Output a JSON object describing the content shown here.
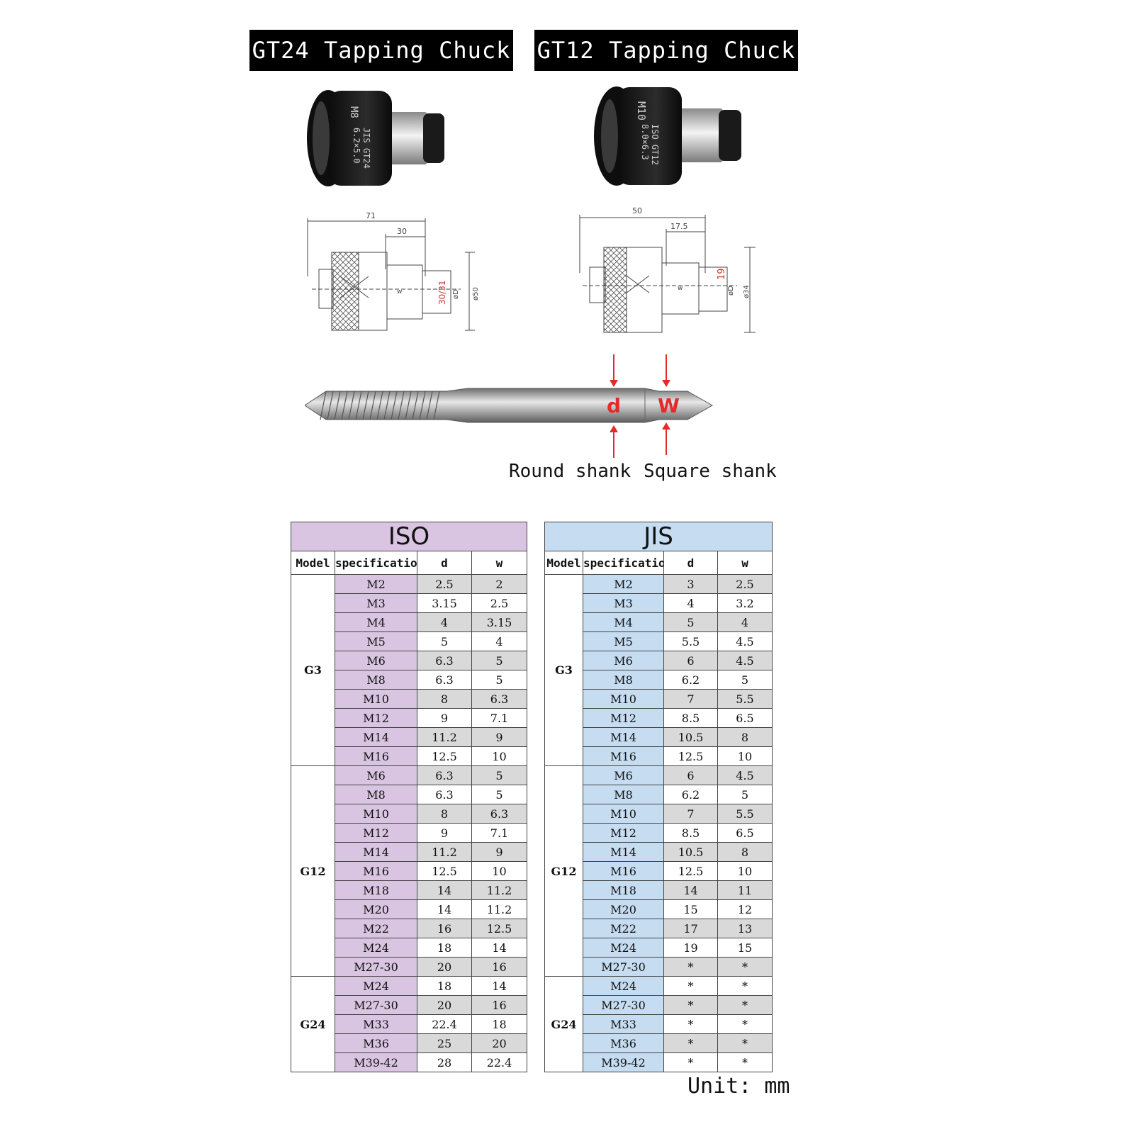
{
  "banners": {
    "gt24": "GT24 Tapping Chuck",
    "gt12": "GT12 Tapping Chuck"
  },
  "chuck_markings": {
    "gt24": [
      "M8",
      "JIS GT24",
      "6.2×5.0"
    ],
    "gt12": [
      "M10",
      "ISO GT12",
      "8.0×6.3"
    ]
  },
  "drawings": {
    "gt24": {
      "len_total": "71",
      "len_front": "30",
      "dia_red": "30/31",
      "dia_d": "øD",
      "dia_body": "ø50",
      "w": "w"
    },
    "gt12": {
      "len_total": "50",
      "len_front": "17.5",
      "dia_red": "19",
      "dia_d": "øD",
      "dia_body": "ø34",
      "w": "w"
    }
  },
  "tap": {
    "d_label": "d",
    "w_label": "W"
  },
  "shank_labels": {
    "round": "Round shank",
    "square": "Square shank"
  },
  "tables": {
    "iso": {
      "title": "ISO",
      "headers": [
        "Model",
        "specification",
        "d",
        "w"
      ],
      "groups": [
        {
          "model": "G3",
          "rows": [
            [
              "M2",
              "2.5",
              "2"
            ],
            [
              "M3",
              "3.15",
              "2.5"
            ],
            [
              "M4",
              "4",
              "3.15"
            ],
            [
              "M5",
              "5",
              "4"
            ],
            [
              "M6",
              "6.3",
              "5"
            ],
            [
              "M8",
              "6.3",
              "5"
            ],
            [
              "M10",
              "8",
              "6.3"
            ],
            [
              "M12",
              "9",
              "7.1"
            ],
            [
              "M14",
              "11.2",
              "9"
            ],
            [
              "M16",
              "12.5",
              "10"
            ]
          ]
        },
        {
          "model": "G12",
          "rows": [
            [
              "M6",
              "6.3",
              "5"
            ],
            [
              "M8",
              "6.3",
              "5"
            ],
            [
              "M10",
              "8",
              "6.3"
            ],
            [
              "M12",
              "9",
              "7.1"
            ],
            [
              "M14",
              "11.2",
              "9"
            ],
            [
              "M16",
              "12.5",
              "10"
            ],
            [
              "M18",
              "14",
              "11.2"
            ],
            [
              "M20",
              "14",
              "11.2"
            ],
            [
              "M22",
              "16",
              "12.5"
            ],
            [
              "M24",
              "18",
              "14"
            ],
            [
              "M27-30",
              "20",
              "16"
            ]
          ]
        },
        {
          "model": "G24",
          "rows": [
            [
              "M24",
              "18",
              "14"
            ],
            [
              "M27-30",
              "20",
              "16"
            ],
            [
              "M33",
              "22.4",
              "18"
            ],
            [
              "M36",
              "25",
              "20"
            ],
            [
              "M39-42",
              "28",
              "22.4"
            ]
          ]
        }
      ]
    },
    "jis": {
      "title": "JIS",
      "headers": [
        "Model",
        "specification",
        "d",
        "w"
      ],
      "groups": [
        {
          "model": "G3",
          "rows": [
            [
              "M2",
              "3",
              "2.5"
            ],
            [
              "M3",
              "4",
              "3.2"
            ],
            [
              "M4",
              "5",
              "4"
            ],
            [
              "M5",
              "5.5",
              "4.5"
            ],
            [
              "M6",
              "6",
              "4.5"
            ],
            [
              "M8",
              "6.2",
              "5"
            ],
            [
              "M10",
              "7",
              "5.5"
            ],
            [
              "M12",
              "8.5",
              "6.5"
            ],
            [
              "M14",
              "10.5",
              "8"
            ],
            [
              "M16",
              "12.5",
              "10"
            ]
          ]
        },
        {
          "model": "G12",
          "rows": [
            [
              "M6",
              "6",
              "4.5"
            ],
            [
              "M8",
              "6.2",
              "5"
            ],
            [
              "M10",
              "7",
              "5.5"
            ],
            [
              "M12",
              "8.5",
              "6.5"
            ],
            [
              "M14",
              "10.5",
              "8"
            ],
            [
              "M16",
              "12.5",
              "10"
            ],
            [
              "M18",
              "14",
              "11"
            ],
            [
              "M20",
              "15",
              "12"
            ],
            [
              "M22",
              "17",
              "13"
            ],
            [
              "M24",
              "19",
              "15"
            ],
            [
              "M27-30",
              "*",
              "*"
            ]
          ]
        },
        {
          "model": "G24",
          "rows": [
            [
              "M24",
              "*",
              "*"
            ],
            [
              "M27-30",
              "*",
              "*"
            ],
            [
              "M33",
              "*",
              "*"
            ],
            [
              "M36",
              "*",
              "*"
            ],
            [
              "M39-42",
              "*",
              "*"
            ]
          ]
        }
      ]
    }
  },
  "unit": "Unit: mm"
}
